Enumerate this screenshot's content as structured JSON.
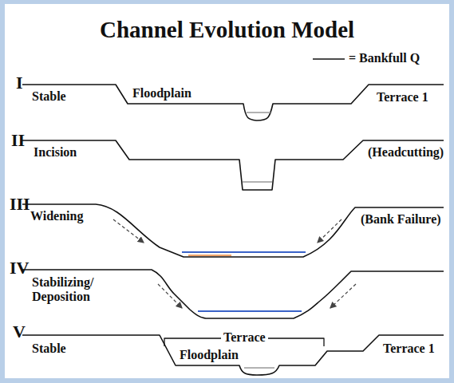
{
  "diagram": {
    "title": "Channel Evolution Model",
    "labels": [
      "I",
      "Stable",
      "Floodplain",
      "Terrace 1",
      "II",
      "Incision",
      "(Headcutting)",
      "III",
      "Widening",
      "(Bank Failure)",
      "IV",
      "Stabilizing/ Deposition",
      "V",
      "Stable",
      "Terrace",
      "Floodplain",
      "Terrace 1"
    ],
    "legend": [
      {
        "text": "= Bankfull Q"
      }
    ]
  }
}
